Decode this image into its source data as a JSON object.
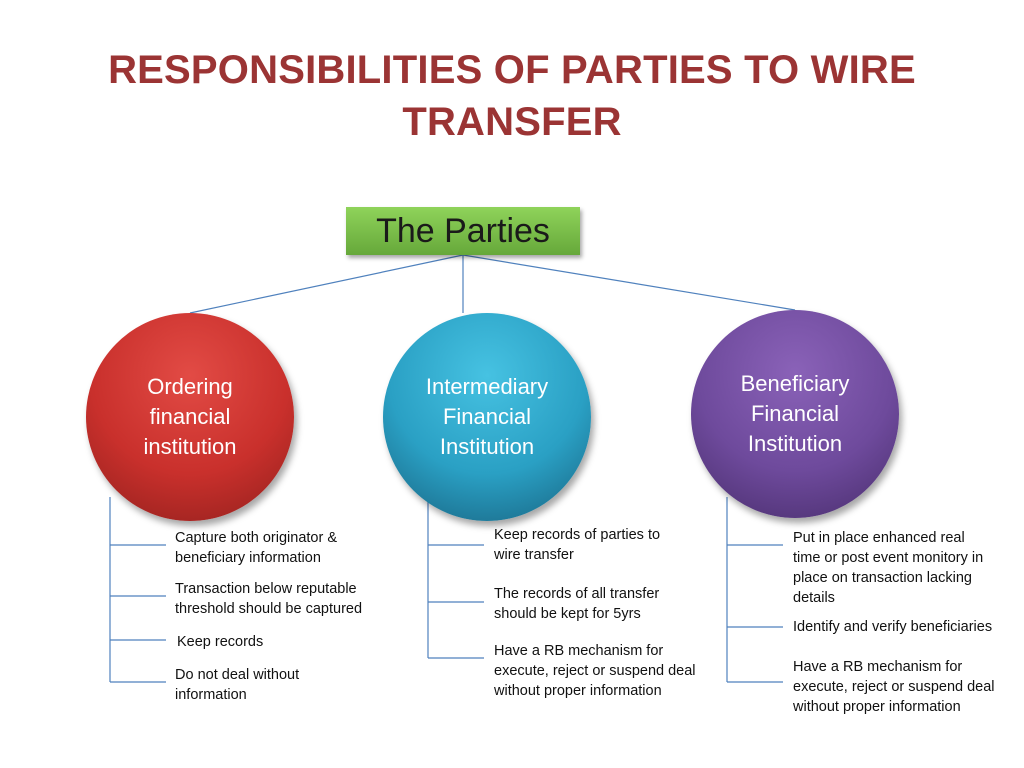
{
  "title": "RESPONSIBILITIES OF PARTIES TO WIRE TRANSFER",
  "root": {
    "label": "The Parties"
  },
  "parties": [
    {
      "label": "Ordering financial institution",
      "items": [
        "Capture both originator & beneficiary information",
        "Transaction below reputable threshold should be captured",
        "Keep records",
        "Do not deal without information"
      ]
    },
    {
      "label": "Intermediary Financial Institution",
      "items": [
        "Keep records of parties to wire transfer",
        "The records of all transfer should be kept for 5yrs",
        "Have a RB mechanism for execute, reject or suspend deal without proper information"
      ]
    },
    {
      "label": "Beneficiary Financial Institution",
      "items": [
        "Put in place enhanced real time or post event monitory in place on transaction lacking details",
        "Identify and verify beneficiaries",
        "Have a RB mechanism for execute, reject or suspend deal without proper information"
      ]
    }
  ],
  "colors": {
    "title": "#9b3434",
    "root_box": "#7cc04a",
    "ordering": "#c9302c",
    "intermediary": "#2aa0c4",
    "beneficiary": "#6e4a9c",
    "connector": "#4f81bd"
  }
}
